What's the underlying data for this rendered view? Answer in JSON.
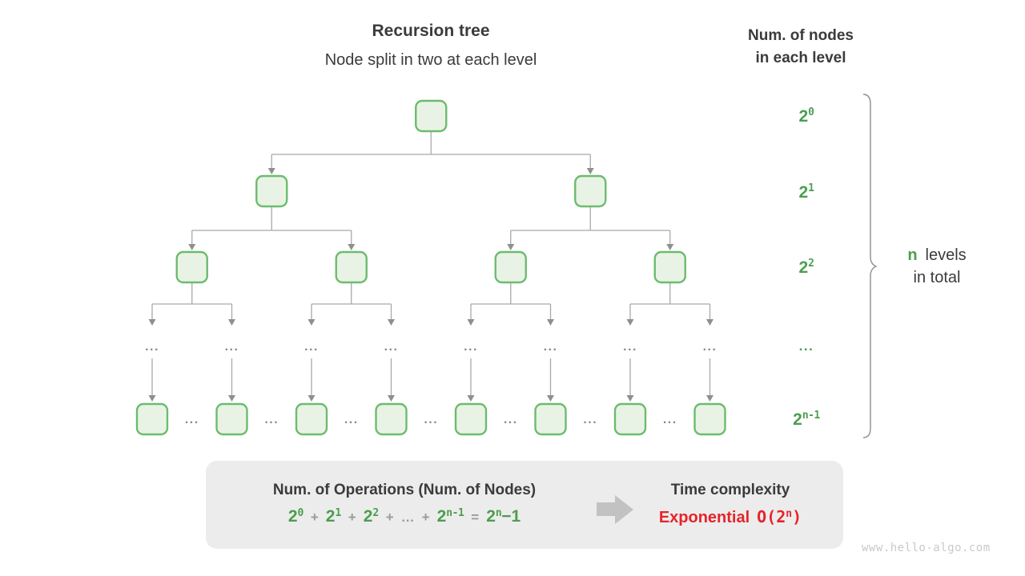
{
  "title": "Recursion tree",
  "subtitle": "Node split in two at each level",
  "right_header": {
    "line1": "Num. of nodes",
    "line2": "in each level"
  },
  "level_labels": [
    {
      "type": "pow",
      "base": "2",
      "sup": "0"
    },
    {
      "type": "pow",
      "base": "2",
      "sup": "1"
    },
    {
      "type": "pow",
      "base": "2",
      "sup": "2"
    },
    {
      "type": "dots",
      "text": "..."
    },
    {
      "type": "pow",
      "base": "2",
      "sup": "n-1"
    }
  ],
  "brace_label": {
    "n": "n",
    "levels": "levels",
    "line2": "in total"
  },
  "tree": {
    "dots": "...",
    "levels": [
      {
        "nodes": 1
      },
      {
        "nodes": 2
      },
      {
        "nodes": 4
      },
      {
        "dots": true
      },
      {
        "nodes": 8
      }
    ]
  },
  "summary": {
    "operations_title": "Num. of Operations (Num. of Nodes)",
    "formula": [
      {
        "type": "pow",
        "base": "2",
        "sup": "0"
      },
      {
        "type": "op",
        "text": "+"
      },
      {
        "type": "pow",
        "base": "2",
        "sup": "1"
      },
      {
        "type": "op",
        "text": "+"
      },
      {
        "type": "pow",
        "base": "2",
        "sup": "2"
      },
      {
        "type": "op",
        "text": "+"
      },
      {
        "type": "op",
        "text": "…"
      },
      {
        "type": "op",
        "text": "+"
      },
      {
        "type": "pow",
        "base": "2",
        "sup": "n-1"
      },
      {
        "type": "op",
        "text": "="
      },
      {
        "type": "pow",
        "base": "2",
        "sup": "n",
        "tail": "−1"
      }
    ],
    "time_title": "Time complexity",
    "complexity": {
      "word": "Exponential",
      "o_open": "O(2",
      "o_sup": "n",
      "o_close": ")"
    }
  },
  "watermark": "www.hello-algo.com",
  "colors": {
    "green_text": "#4c9e50",
    "node_border": "#6cbc6e",
    "node_fill": "#e9f3e5",
    "line": "#a9a9a9",
    "arrow": "#8f8f8f",
    "dots": "#8a8a8a",
    "dark": "#3b3b3b",
    "op_gray": "#9b9b9b",
    "box_bg": "#ececec",
    "block_arrow": "#c2c2c2",
    "red": "#e5242b",
    "brace": "#8f8f8f",
    "watermark": "#c9c9c9"
  }
}
